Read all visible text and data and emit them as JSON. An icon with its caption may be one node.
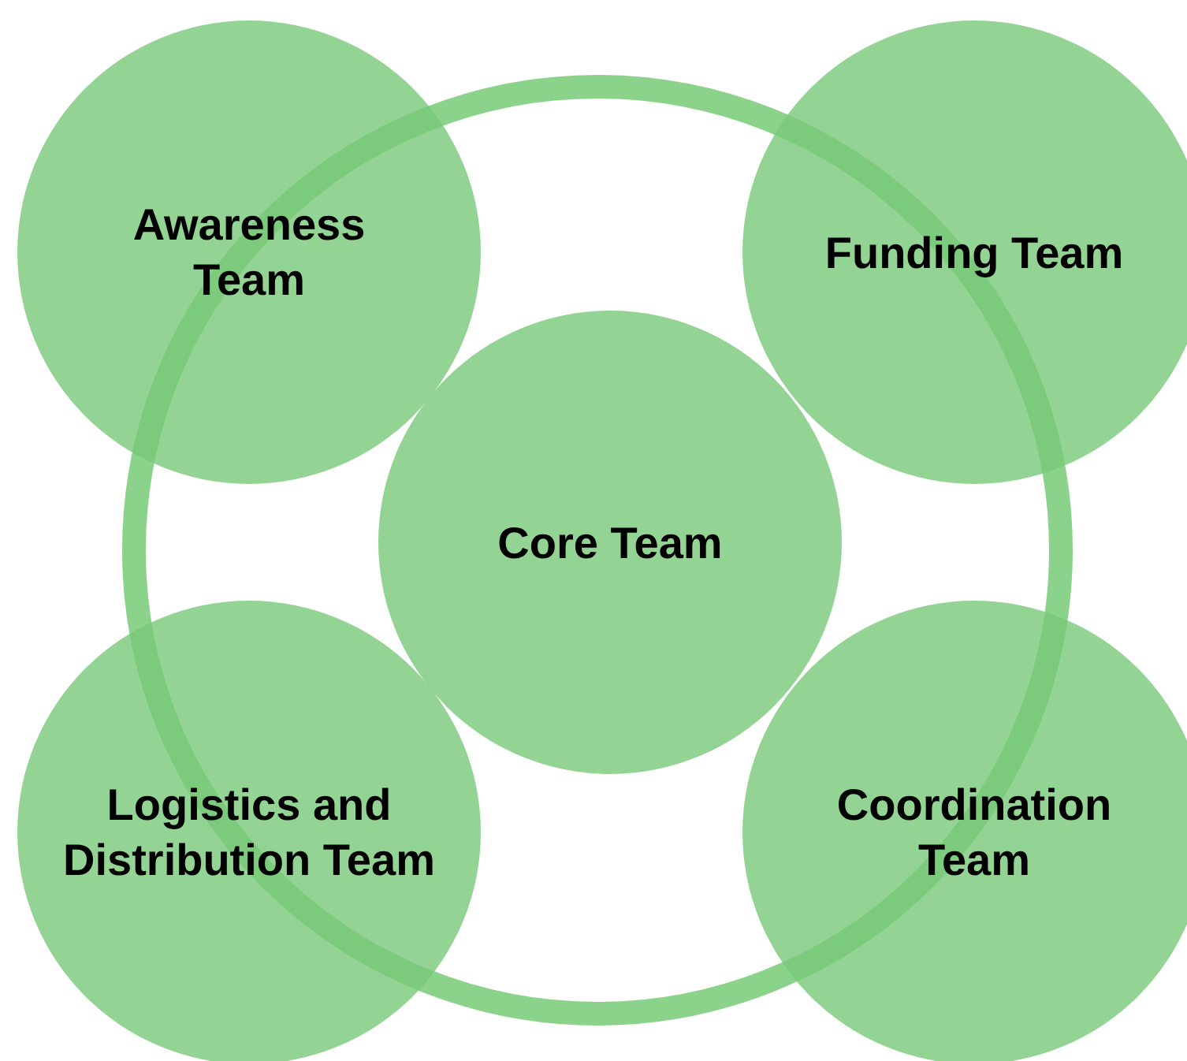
{
  "diagram": {
    "nodes": [
      {
        "text": [
          "Awareness Team"
        ]
      },
      {
        "text": [
          "Funding Team"
        ]
      },
      {
        "text": [
          "Core Team"
        ]
      },
      {
        "text": [
          "Logistics and Distribution Team"
        ]
      },
      {
        "text": [
          "Coordination Team"
        ]
      }
    ]
  }
}
